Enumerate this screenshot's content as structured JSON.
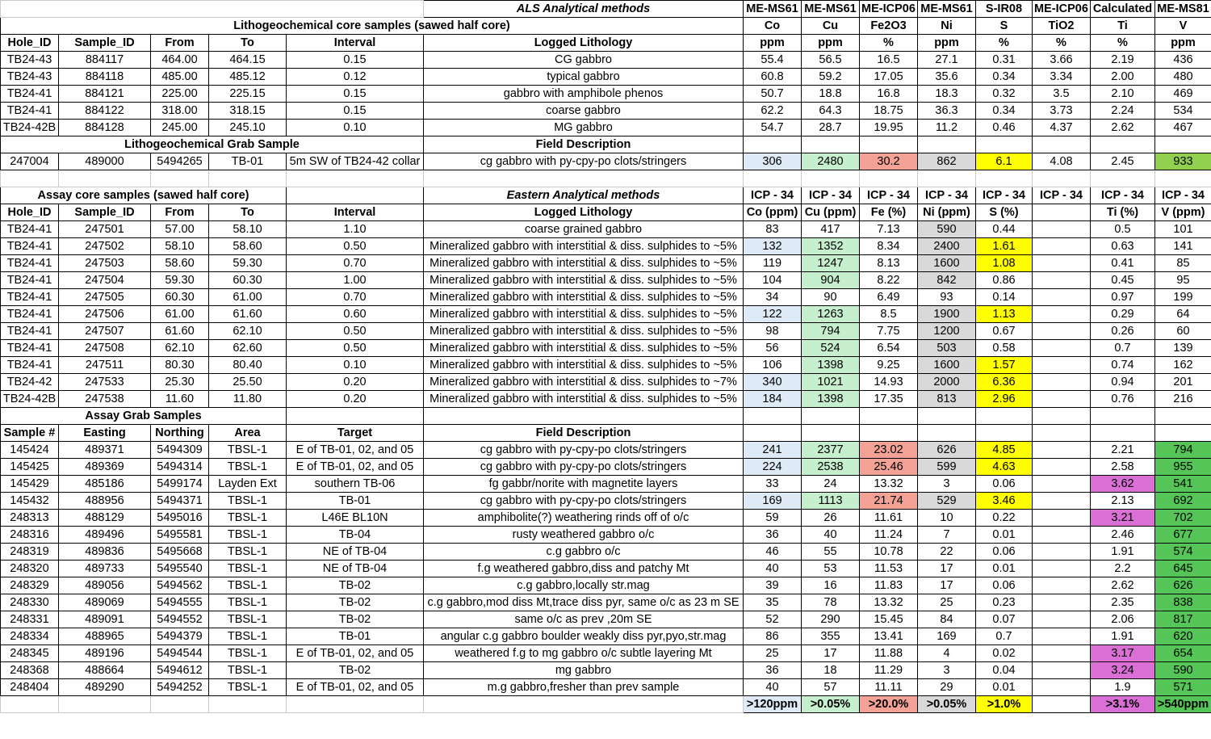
{
  "ls_title": "Lithogeochemical core samples (sawed half core)",
  "ls_methods_label": "ALS Analytical methods",
  "ls_methods": [
    "ME-MS61",
    "ME-MS61",
    "ME-ICP06",
    "ME-MS61",
    "S-IR08",
    "ME-ICP06",
    "Calculated",
    "ME-MS81"
  ],
  "ls_elements": [
    "Co",
    "Cu",
    "Fe2O3",
    "Ni",
    "S",
    "TiO2",
    "Ti",
    "V"
  ],
  "ls_headers": [
    "Hole_ID",
    "Sample_ID",
    "From",
    "To",
    "Interval",
    "Logged Lithology"
  ],
  "ls_units": [
    "ppm",
    "ppm",
    "%",
    "ppm",
    "%",
    "%",
    "%",
    "ppm"
  ],
  "ls_rows": [
    [
      "TB24-43",
      "884117",
      "464.00",
      "464.15",
      "0.15",
      "CG gabbro",
      "55.4",
      "56.5",
      "16.5",
      "27.1",
      "0.31",
      "3.66",
      "2.19",
      "436"
    ],
    [
      "TB24-43",
      "884118",
      "485.00",
      "485.12",
      "0.12",
      "typical gabbro",
      "60.8",
      "59.2",
      "17.05",
      "35.6",
      "0.34",
      "3.34",
      "2.00",
      "480"
    ],
    [
      "TB24-41",
      "884121",
      "225.00",
      "225.15",
      "0.15",
      "gabbro with amphibole phenos",
      "50.7",
      "18.8",
      "16.8",
      "18.3",
      "0.32",
      "3.5",
      "2.10",
      "469"
    ],
    [
      "TB24-41",
      "884122",
      "318.00",
      "318.15",
      "0.15",
      "coarse gabbro",
      "62.2",
      "64.3",
      "18.75",
      "36.3",
      "0.34",
      "3.73",
      "2.24",
      "534"
    ],
    [
      "TB24-42B",
      "884128",
      "245.00",
      "245.10",
      "0.10",
      "MG gabbro",
      "54.7",
      "28.7",
      "19.95",
      "11.2",
      "0.46",
      "4.37",
      "2.62",
      "467"
    ]
  ],
  "lg_title": "Lithogeochemical Grab Sample",
  "lg_fd_label": "Field Description",
  "lg_row": [
    "247004",
    "489000",
    "5494265",
    "TB-01",
    "5m SW of TB24-42 collar",
    "cg gabbro with py-cpy-po clots/stringers",
    "306",
    "2480",
    "30.2",
    "862",
    "6.1",
    "4.08",
    "2.45",
    "933"
  ],
  "as_title": "Assay core samples (sawed half core)",
  "as_methods_label": "Eastern Analytical methods",
  "as_methods": [
    "ICP - 34",
    "ICP - 34",
    "ICP - 34",
    "ICP - 34",
    "ICP - 34",
    "ICP - 34",
    "ICP - 34",
    "ICP - 34"
  ],
  "as_headers": [
    "Hole_ID",
    "Sample_ID",
    "From",
    "To",
    "Interval",
    "Logged Lithology"
  ],
  "as_elements": [
    "Co (ppm)",
    "Cu (ppm)",
    "Fe (%)",
    "Ni (ppm)",
    "S (%)",
    "",
    "Ti (%)",
    "V (ppm)"
  ],
  "as_rows": [
    [
      "TB24-41",
      "247501",
      "57.00",
      "58.10",
      "1.10",
      "coarse grained gabbro",
      "83",
      "417",
      "7.13",
      "590",
      "0.44",
      "",
      "0.5",
      "101"
    ],
    [
      "TB24-41",
      "247502",
      "58.10",
      "58.60",
      "0.50",
      "Mineralized gabbro with interstitial & diss. sulphides  to ~5%",
      "132",
      "1352",
      "8.34",
      "2400",
      "1.61",
      "",
      "0.63",
      "141"
    ],
    [
      "TB24-41",
      "247503",
      "58.60",
      "59.30",
      "0.70",
      "Mineralized gabbro with interstitial & diss. sulphides  to ~5%",
      "119",
      "1247",
      "8.13",
      "1600",
      "1.08",
      "",
      "0.41",
      "85"
    ],
    [
      "TB24-41",
      "247504",
      "59.30",
      "60.30",
      "1.00",
      "Mineralized gabbro with interstitial & diss. sulphides  to ~5%",
      "104",
      "904",
      "8.22",
      "842",
      "0.86",
      "",
      "0.45",
      "95"
    ],
    [
      "TB24-41",
      "247505",
      "60.30",
      "61.00",
      "0.70",
      "Mineralized gabbro with interstitial & diss. sulphides  to ~5%",
      "34",
      "90",
      "6.49",
      "93",
      "0.14",
      "",
      "0.97",
      "199"
    ],
    [
      "TB24-41",
      "247506",
      "61.00",
      "61.60",
      "0.60",
      "Mineralized gabbro with interstitial & diss. sulphides  to ~5%",
      "122",
      "1263",
      "8.5",
      "1900",
      "1.13",
      "",
      "0.29",
      "64"
    ],
    [
      "TB24-41",
      "247507",
      "61.60",
      "62.10",
      "0.50",
      "Mineralized gabbro with interstitial & diss. sulphides  to ~5%",
      "98",
      "794",
      "7.75",
      "1200",
      "0.67",
      "",
      "0.26",
      "60"
    ],
    [
      "TB24-41",
      "247508",
      "62.10",
      "62.60",
      "0.50",
      "Mineralized gabbro with interstitial & diss. sulphides  to ~5%",
      "56",
      "524",
      "6.54",
      "503",
      "0.58",
      "",
      "0.7",
      "139"
    ],
    [
      "TB24-41",
      "247511",
      "80.30",
      "80.40",
      "0.10",
      "Mineralized gabbro with interstitial & diss. sulphides  to ~5%",
      "106",
      "1398",
      "9.25",
      "1600",
      "1.57",
      "",
      "0.74",
      "162"
    ],
    [
      "TB24-42",
      "247533",
      "25.30",
      "25.50",
      "0.20",
      "Mineralized gabbro with interstitial & diss. sulphides  to ~7%",
      "340",
      "1021",
      "14.93",
      "2000",
      "6.36",
      "",
      "0.94",
      "201"
    ],
    [
      "TB24-42B",
      "247538",
      "11.60",
      "11.80",
      "0.20",
      "Mineralized gabbro with interstitial & diss. sulphides  to ~5%",
      "184",
      "1398",
      "17.35",
      "813",
      "2.96",
      "",
      "0.76",
      "216"
    ]
  ],
  "ag_title": "Assay Grab Samples",
  "ag_headers": [
    "Sample #",
    "Easting",
    "Northing",
    "Area",
    "Target",
    "Field Description"
  ],
  "ag_rows": [
    [
      "145424",
      "489371",
      "5494309",
      "TBSL-1",
      "E of TB-01, 02, and 05",
      "cg gabbro with py-cpy-po clots/stringers",
      "241",
      "2377",
      "23.02",
      "626",
      "4.85",
      "",
      "2.21",
      "794"
    ],
    [
      "145425",
      "489369",
      "5494314",
      "TBSL-1",
      "E of TB-01, 02, and 05",
      "cg gabbro with py-cpy-po clots/stringers",
      "224",
      "2538",
      "25.46",
      "599",
      "4.63",
      "",
      "2.58",
      "955"
    ],
    [
      "145429",
      "485186",
      "5499174",
      "Layden Ext",
      "southern TB-06",
      "fg gabbr/norite with magnetite layers",
      "33",
      "24",
      "13.32",
      "3",
      "0.06",
      "",
      "3.62",
      "541"
    ],
    [
      "145432",
      "488956",
      "5494371",
      "TBSL-1",
      "TB-01",
      "cg gabbro with py-cpy-po clots/stringers",
      "169",
      "1113",
      "21.74",
      "529",
      "3.46",
      "",
      "2.13",
      "692"
    ],
    [
      "248313",
      "488129",
      "5495016",
      "TBSL-1",
      "L46E BL10N",
      "amphibolite(?) weathering rinds off of o/c",
      "59",
      "26",
      "11.61",
      "10",
      "0.22",
      "",
      "3.21",
      "702"
    ],
    [
      "248316",
      "489496",
      "5495581",
      "TBSL-1",
      "TB-04",
      "rusty weathered gabbro o/c",
      "36",
      "40",
      "11.24",
      "7",
      "0.01",
      "",
      "2.46",
      "677"
    ],
    [
      "248319",
      "489836",
      "5495668",
      "TBSL-1",
      "NE of TB-04",
      "c.g gabbro  o/c",
      "46",
      "55",
      "10.78",
      "22",
      "0.06",
      "",
      "1.91",
      "574"
    ],
    [
      "248320",
      "489733",
      "5495540",
      "TBSL-1",
      "NE of TB-04",
      "f.g weathered gabbro,diss and patchy Mt",
      "40",
      "53",
      "11.53",
      "17",
      "0.01",
      "",
      "2.2",
      "645"
    ],
    [
      "248329",
      "489056",
      "5494562",
      "TBSL-1",
      "TB-02",
      "c.g gabbro,locally str.mag",
      "39",
      "16",
      "11.83",
      "17",
      "0.06",
      "",
      "2.62",
      "626"
    ],
    [
      "248330",
      "489069",
      "5494555",
      "TBSL-1",
      "TB-02",
      "c.g gabbro,mod diss Mt,trace diss pyr, same o/c as 23 m SE",
      "35",
      "78",
      "13.32",
      "25",
      "0.23",
      "",
      "2.35",
      "838"
    ],
    [
      "248331",
      "489091",
      "5494552",
      "TBSL-1",
      "TB-02",
      "same o/c as prev ,20m SE",
      "52",
      "290",
      "15.45",
      "84",
      "0.07",
      "",
      "2.06",
      "817"
    ],
    [
      "248334",
      "488965",
      "5494379",
      "TBSL-1",
      "TB-01",
      "angular c.g gabbro boulder weakly diss pyr,pyo,str.mag",
      "86",
      "355",
      "13.41",
      "169",
      "0.7",
      "",
      "1.91",
      "620"
    ],
    [
      "248345",
      "489196",
      "5494544",
      "TBSL-1",
      "E of TB-01, 02, and 05",
      "weathered f.g to mg gabbro o/c subtle layering Mt",
      "25",
      "17",
      "11.88",
      "4",
      "0.02",
      "",
      "3.17",
      "654"
    ],
    [
      "248368",
      "488664",
      "5494612",
      "TBSL-1",
      "TB-02",
      "mg gabbro",
      "36",
      "18",
      "11.29",
      "3",
      "0.04",
      "",
      "3.24",
      "590"
    ],
    [
      "248404",
      "489290",
      "5494252",
      "TBSL-1",
      "E of TB-01, 02, and 05",
      "m.g gabbro,fresher than prev sample",
      "40",
      "57",
      "11.11",
      "29",
      "0.01",
      "",
      "1.9",
      "571"
    ]
  ],
  "thresholds": [
    ">120ppm",
    ">0.05%",
    ">20.0%",
    ">0.05%",
    ">1.0%",
    "",
    ">3.1%",
    ">540ppm"
  ],
  "colors": {
    "co": "#deebf7",
    "cu": "#c6efce",
    "fe": "#f4a296",
    "ni": "#d9d9d9",
    "s": "#ffff00",
    "ti": "#da6fd6",
    "v": "#56c557",
    "v_lg": "#92d050"
  }
}
